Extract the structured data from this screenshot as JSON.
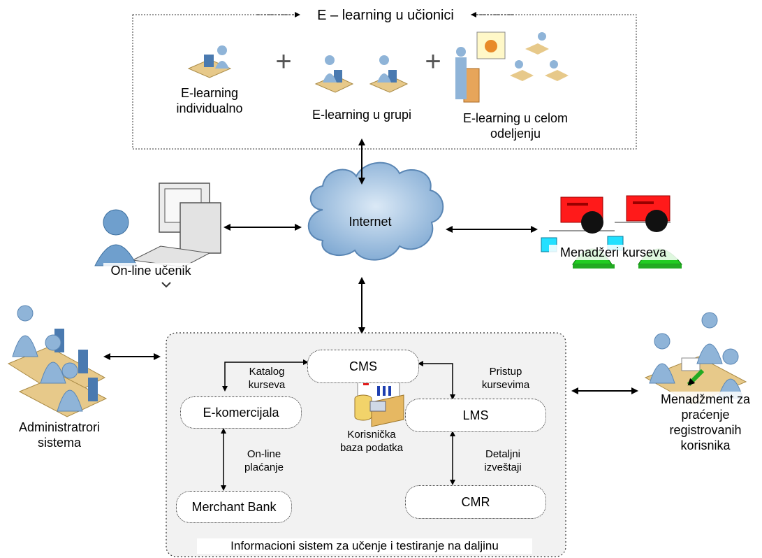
{
  "classroom": {
    "title": "E – learning u učionici",
    "individual": "E-learning individualno",
    "group": "E-learning u grupi",
    "whole_class": "E-learning u  celom odeljenju",
    "plus": "+"
  },
  "internet": {
    "label": "Internet"
  },
  "actors": {
    "online_student": "On-line učenik",
    "course_managers": "Menadžeri kurseva",
    "admins": "Administratrori sistema",
    "user_management": "Menadžment za praćenje registrovanih korisnika"
  },
  "system": {
    "title": "Informacioni sistem za učenje i testiranje na daljinu",
    "cms": "CMS",
    "lms": "LMS",
    "ecommerce": "E-komercijala",
    "merchant_bank": "Merchant Bank",
    "cmr": "CMR",
    "database": "Korisnička baza podatka",
    "catalog": "Katalog kurseva",
    "course_access": "Pristup kursevima",
    "online_payment": "On-line plaćanje",
    "detailed_reports": "Detaljni izveštaji"
  },
  "colors": {
    "cloud": "#8eb6dc",
    "person": "#6f9fcd",
    "desk": "#e7c98a",
    "red_screen": "#ff1a1a",
    "green": "#22cc22",
    "cyan": "#22e0ff"
  }
}
